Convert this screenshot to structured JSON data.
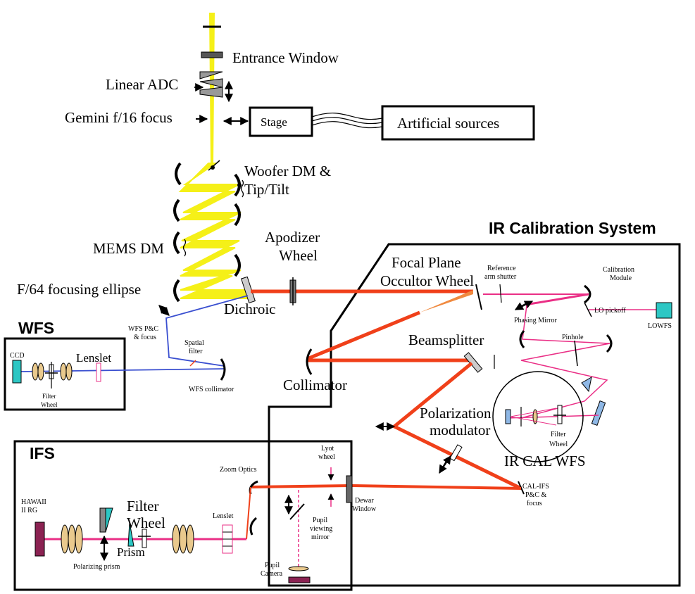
{
  "colors": {
    "science_beam": "#f5f018",
    "ir_beam": "#f0401a",
    "cal_beam": "#ea2f86",
    "wfs_beam": "#3a4fd0",
    "detector_cyan": "#2dc7c4",
    "lens_tan": "#e9c98d",
    "hawaii": "#8b2252"
  },
  "labels": {
    "entrance_window": "Entrance Window",
    "linear_adc": "Linear ADC",
    "gemini_focus": "Gemini f/16 focus",
    "stage": "Stage",
    "artificial_sources": "Artificial sources",
    "woofer_dm_1": "Woofer  DM &",
    "woofer_dm_2": "Tip/Tilt",
    "mems_dm": "MEMS DM",
    "f64_ellipse": "F/64 focusing ellipse",
    "apodizer_1": "Apodizer",
    "apodizer_2": "Wheel",
    "dichroic": "Dichroic",
    "wfs_pc_1": "WFS P&C",
    "wfs_pc_2": "& focus",
    "spatial_filter_1": "Spatial",
    "spatial_filter_2": "filter",
    "wfs_collimator": "WFS collimator",
    "ir_cal_system": "IR Calibration System",
    "focal_plane_1": "Focal Plane",
    "focal_plane_2": "Occultor Wheel",
    "ref_shutter_1": "Reference",
    "ref_shutter_2": "arm shutter",
    "cal_module_1": "Calibration",
    "cal_module_2": "Module",
    "phasing_mirror": "Phasing Mirror",
    "lo_pickoff": "LO pickoff",
    "lowfs": "LOWFS",
    "beamsplitter": "Beamsplitter",
    "pinhole": "Pinhole",
    "collimator": "Collimator",
    "polarization_1": "Polarization",
    "polarization_2": "modulator",
    "filter_wheel_cal_1": "Filter",
    "filter_wheel_cal_2": "Wheel",
    "ir_cal_wfs": "IR CAL WFS",
    "cal_ifs_1": "CAL-IFS",
    "cal_ifs_2": "P&C &",
    "cal_ifs_3": "focus",
    "wfs_title": "WFS",
    "ccd": "CCD",
    "lenslet_wfs": "Lenslet",
    "filter_wheel_wfs_1": "Filter",
    "filter_wheel_wfs_2": "Wheel",
    "ifs_title": "IFS",
    "hawaii_1": "HAWAII",
    "hawaii_2": "II RG",
    "filter_wheel_ifs_1": "Filter",
    "filter_wheel_ifs_2": "Wheel",
    "prism": "Prism",
    "polarizing_prism": "Polarizing prism",
    "lenslet_ifs": "Lenslet",
    "zoom_optics": "Zoom Optics",
    "lyot_1": "Lyot",
    "lyot_2": "wheel",
    "dewar_1": "Dewar",
    "dewar_2": "Window",
    "pupil_view_1": "Pupil",
    "pupil_view_2": "viewing",
    "pupil_view_3": "mirror",
    "pupil_camera_1": "Pupil",
    "pupil_camera_2": "Camera"
  }
}
